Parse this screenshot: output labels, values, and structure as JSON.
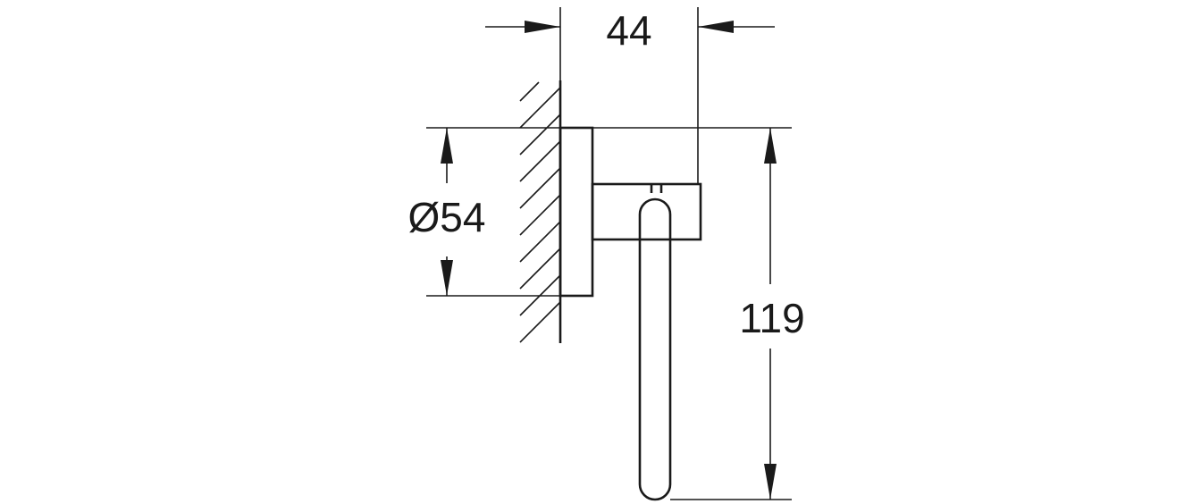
{
  "drawing": {
    "dimensions": {
      "depth": "44",
      "diameter": "Ø54",
      "height": "119"
    }
  }
}
